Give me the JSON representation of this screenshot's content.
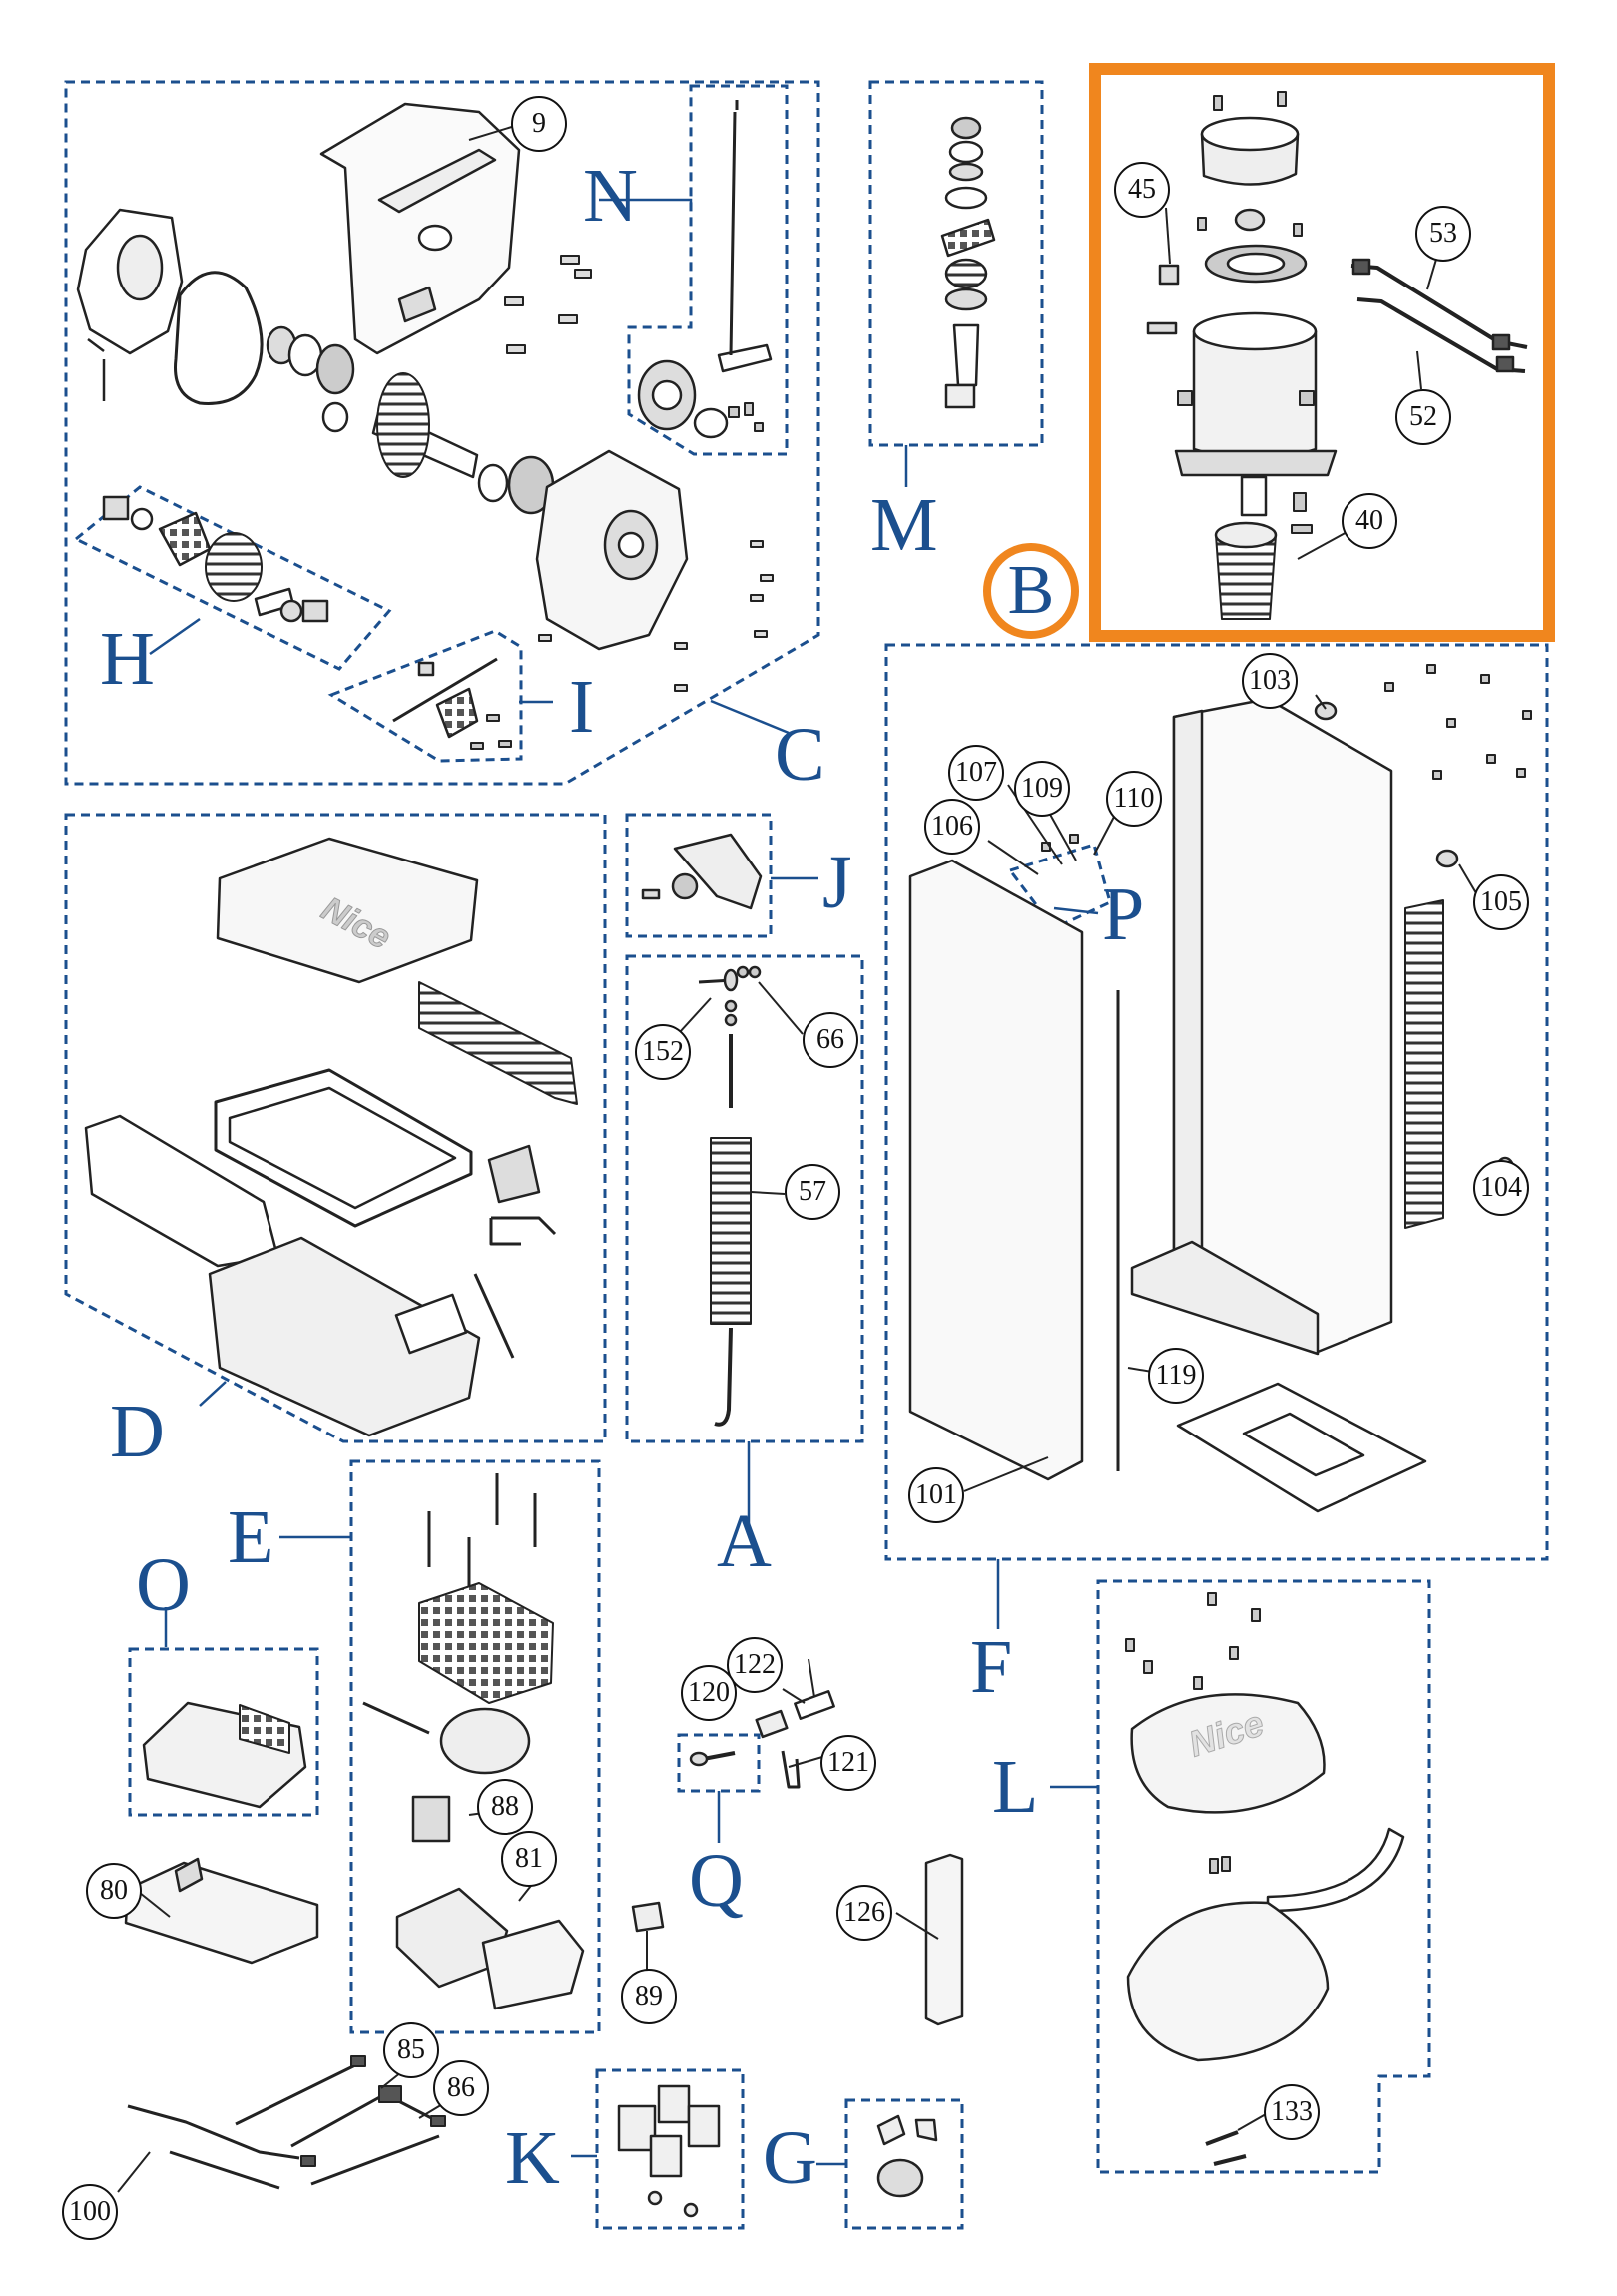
{
  "groups": {
    "A": "A",
    "B": "B",
    "C": "C",
    "D": "D",
    "E": "E",
    "F": "F",
    "G": "G",
    "H": "H",
    "I": "I",
    "J": "J",
    "K": "K",
    "L": "L",
    "M": "M",
    "N": "N",
    "O": "O",
    "P": "P",
    "Q": "Q"
  },
  "parts": {
    "p9": "9",
    "p40": "40",
    "p45": "45",
    "p52": "52",
    "p53": "53",
    "p57": "57",
    "p66": "66",
    "p80": "80",
    "p81": "81",
    "p85": "85",
    "p86": "86",
    "p88": "88",
    "p89": "89",
    "p100": "100",
    "p101": "101",
    "p103": "103",
    "p104": "104",
    "p105": "105",
    "p106": "106",
    "p107": "107",
    "p109": "109",
    "p110": "110",
    "p119": "119",
    "p120": "120",
    "p121": "121",
    "p122": "122",
    "p126": "126",
    "p133": "133",
    "p152": "152"
  },
  "logo": {
    "text": "Nice"
  },
  "colors": {
    "highlight": "#f0861e",
    "group_label": "#1b4f8e",
    "dash": "#1b4f8e",
    "line": "#222222"
  }
}
